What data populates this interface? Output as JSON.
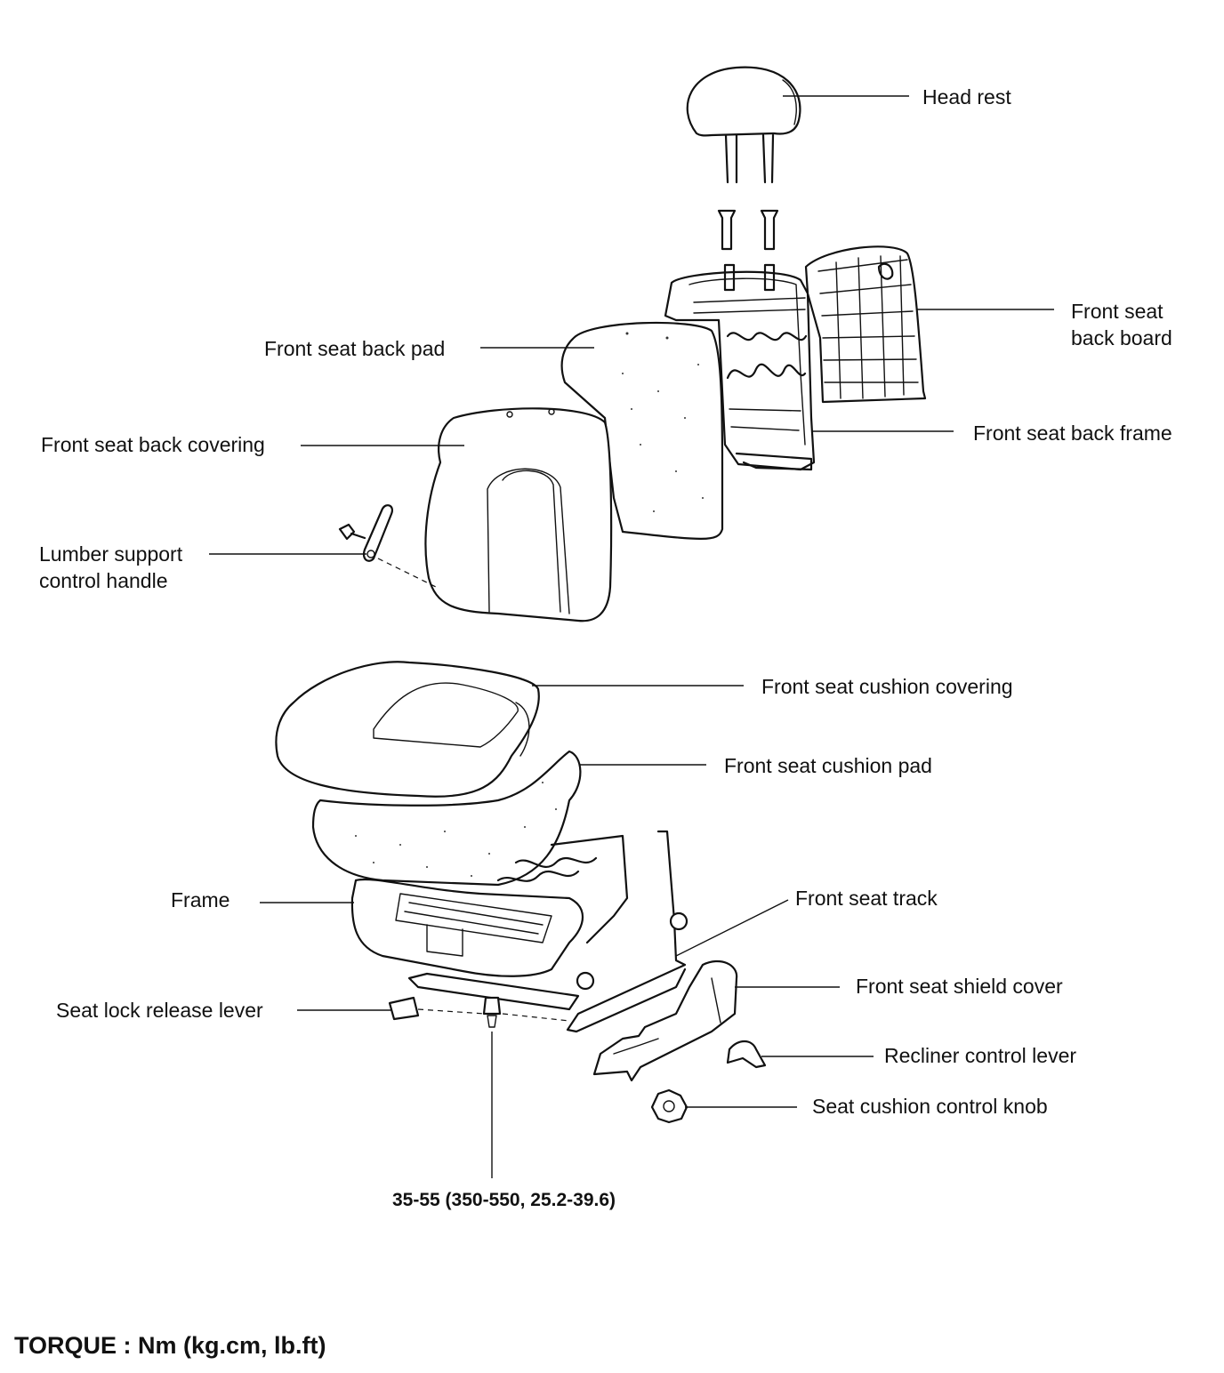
{
  "labels": {
    "head_rest": "Head rest",
    "back_board_line1": "Front seat",
    "back_board_line2": "back board",
    "back_pad": "Front seat back pad",
    "back_frame": "Front seat back frame",
    "back_covering": "Front seat back covering",
    "lumber_line1": "Lumber support",
    "lumber_line2": "control handle",
    "cushion_covering": "Front seat cushion covering",
    "cushion_pad": "Front seat cushion pad",
    "frame": "Frame",
    "seat_track": "Front seat track",
    "shield_cover": "Front seat shield cover",
    "seat_lock": "Seat lock release lever",
    "recliner": "Recliner control lever",
    "cushion_knob": "Seat cushion control knob"
  },
  "torque": {
    "value": "35-55 (350-550, 25.2-39.6)",
    "title": "TORQUE : Nm (kg.cm, lb.ft)"
  }
}
